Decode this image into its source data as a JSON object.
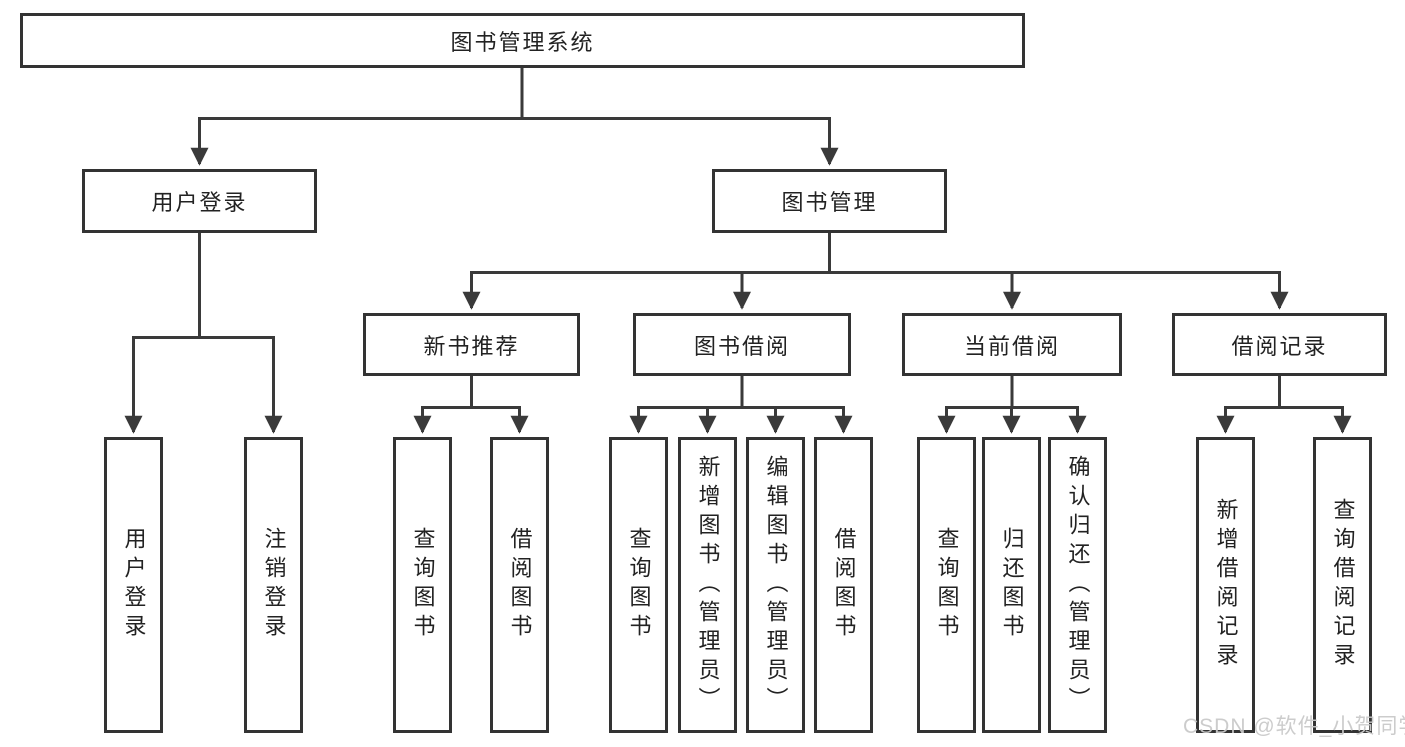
{
  "diagram_title": "图书管理系统",
  "colors": {
    "line": "#3a3a3a",
    "box_border": "#333333",
    "text": "#222222",
    "background": "#ffffff",
    "watermark": "#c9c9c9"
  },
  "tree": {
    "root": "图书管理系统",
    "branches": [
      {
        "label": "用户登录",
        "children": [
          "用户登录",
          "注销登录"
        ]
      },
      {
        "label": "图书管理",
        "groups": [
          {
            "label": "新书推荐",
            "children": [
              "查询图书",
              "借阅图书"
            ]
          },
          {
            "label": "图书借阅",
            "children": [
              "查询图书",
              "新增图书（管理员）",
              "编辑图书（管理员）",
              "借阅图书"
            ]
          },
          {
            "label": "当前借阅",
            "children": [
              "查询图书",
              "归还图书",
              "确认归还（管理员）"
            ]
          },
          {
            "label": "借阅记录",
            "children": [
              "新增借阅记录",
              "查询借阅记录"
            ]
          }
        ]
      }
    ]
  },
  "watermark": "CSDN @软件_小贺同学"
}
